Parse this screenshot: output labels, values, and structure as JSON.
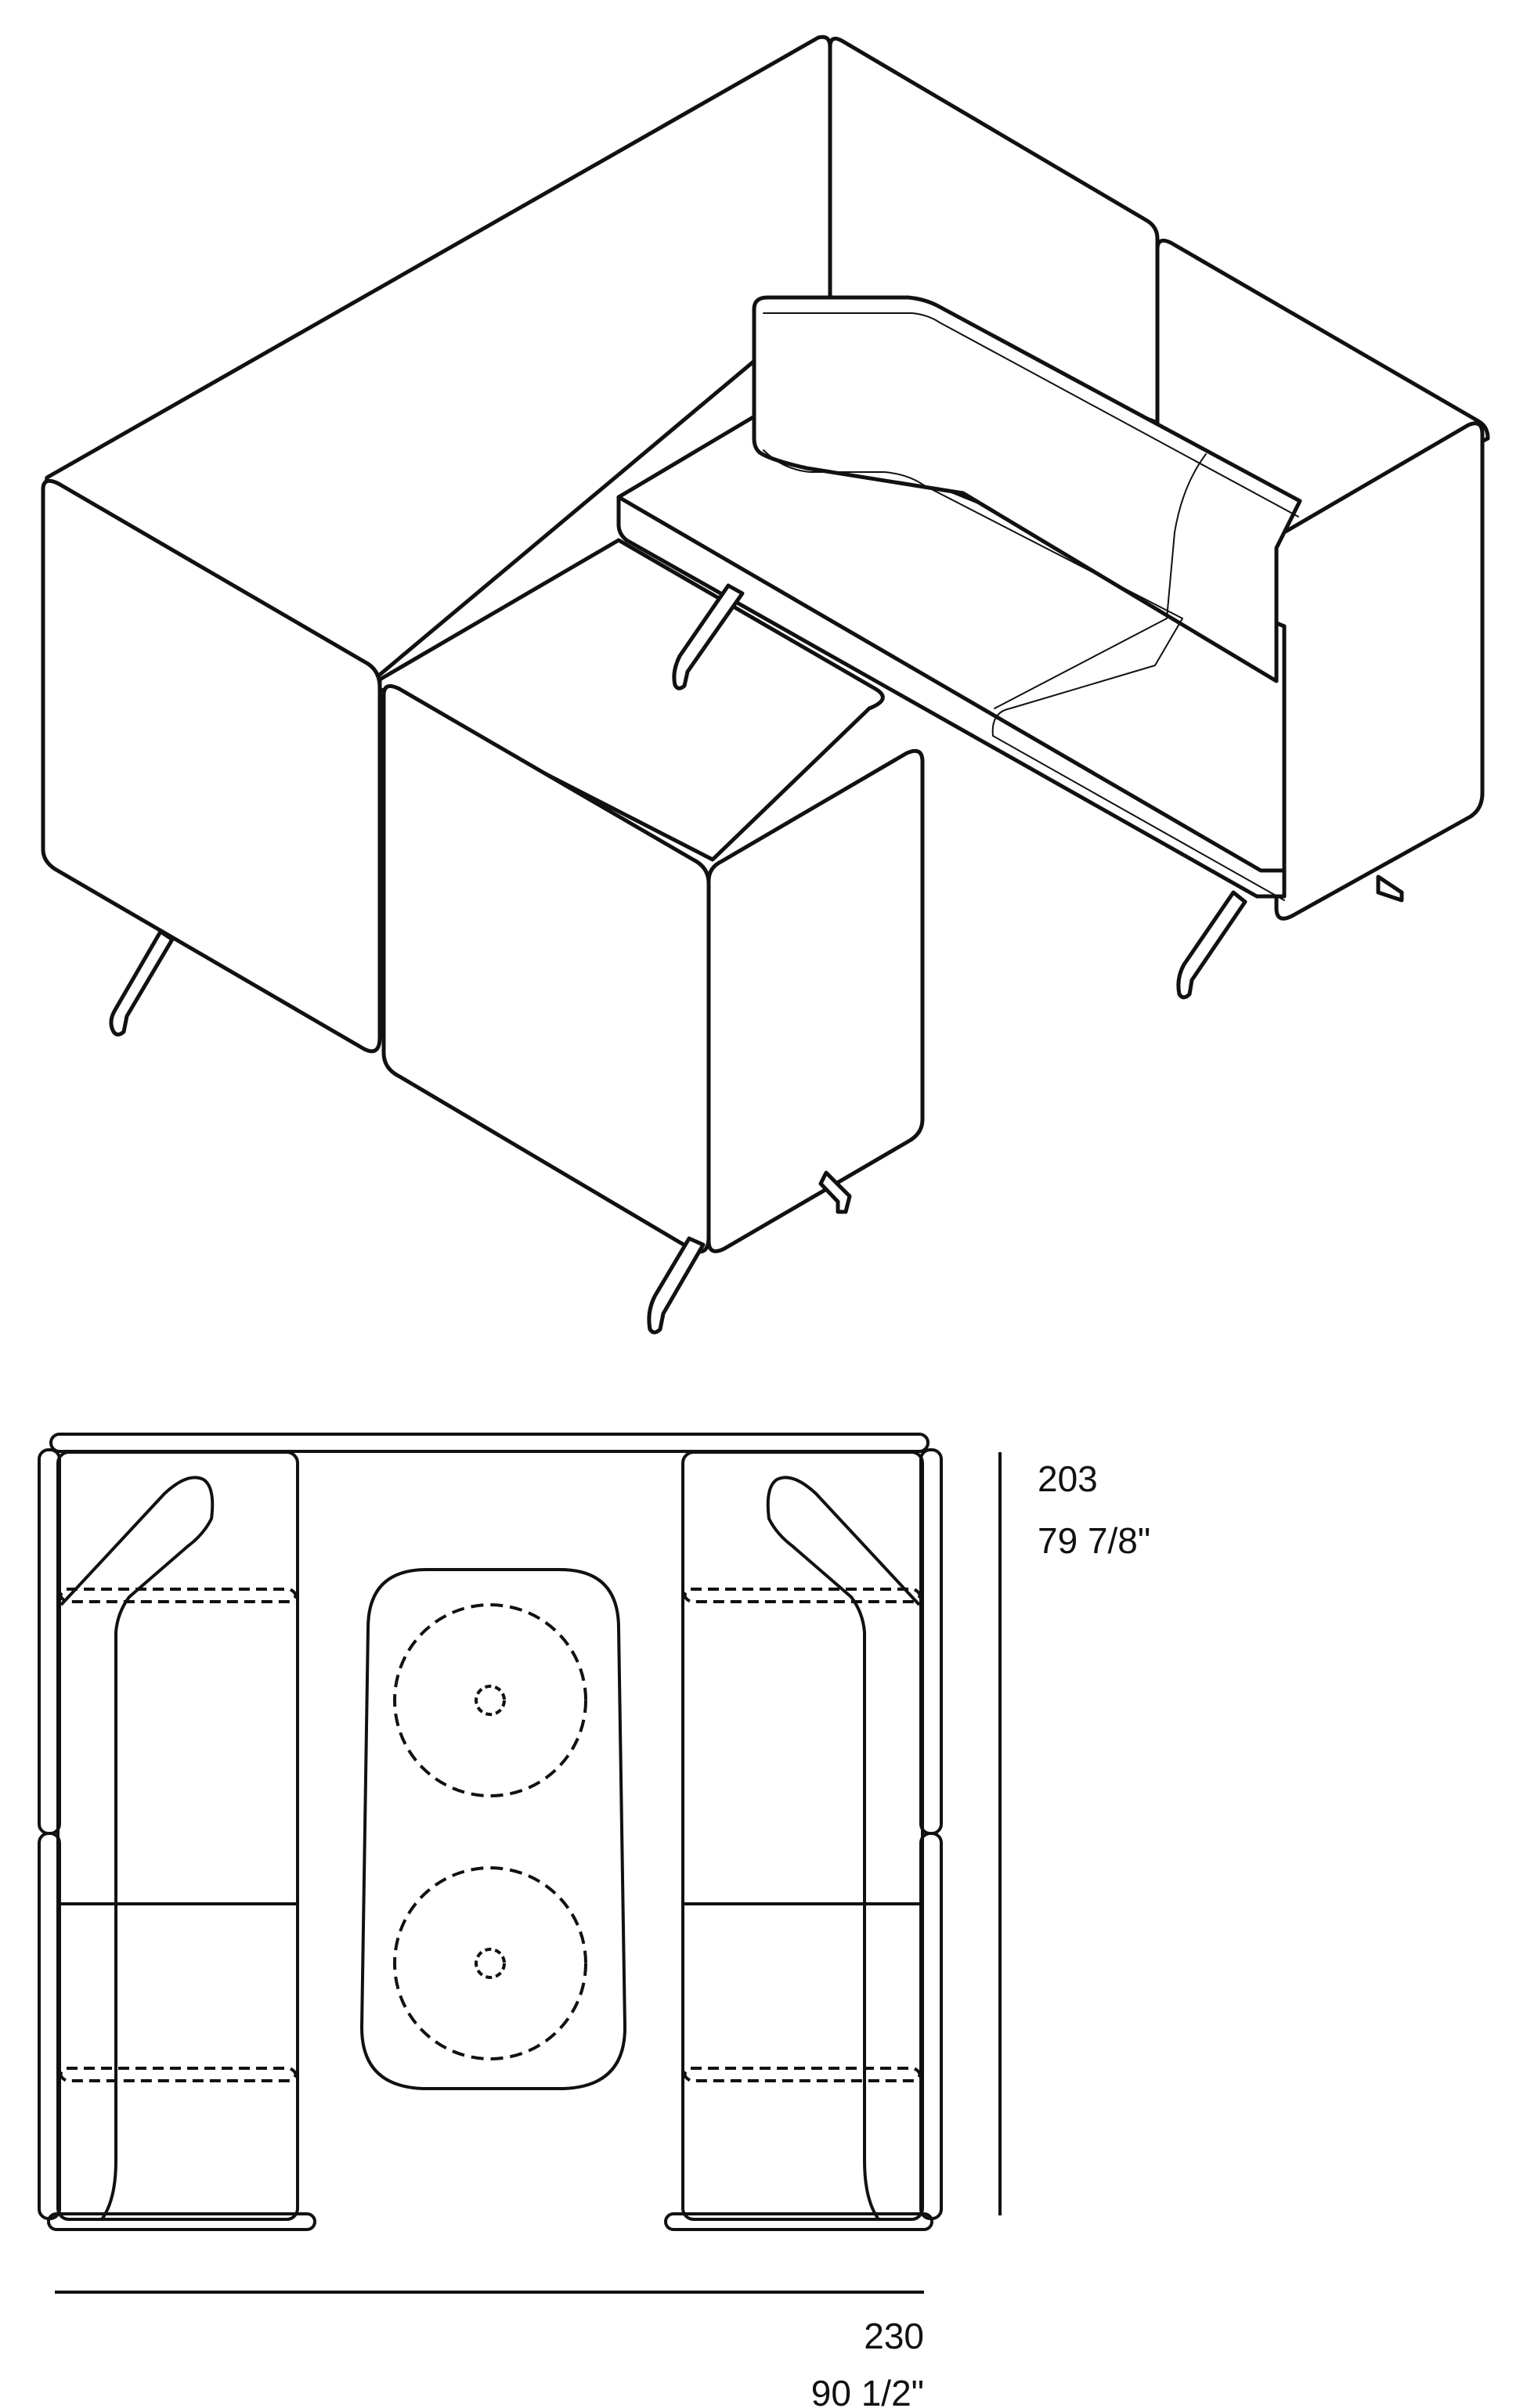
{
  "dimensions": {
    "depth": {
      "cm": "203",
      "inch": "79 7/8\""
    },
    "width": {
      "cm": "230",
      "inch": "90 1/2\""
    }
  },
  "colors": {
    "line": "#111111",
    "background": "#ffffff"
  }
}
